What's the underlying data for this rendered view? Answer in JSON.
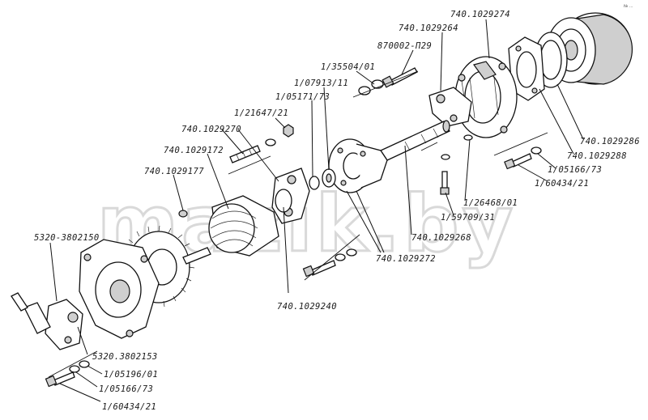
{
  "watermark": "mazik.by",
  "corner_mark": "№ ...",
  "labels": {
    "p740_1029274": "740.1029274",
    "p740_1029264": "740.1029264",
    "p870002_1129": "870002-П29",
    "p1_35504_01": "1/35504/01",
    "p1_07913_11": "1/07913/11",
    "p1_05171_73": "1/05171/73",
    "p1_21647_21": "1/21647/21",
    "p740_1029270": "740.1029270",
    "p740_1029172": "740.1029172",
    "p740_1029177": "740.1029177",
    "p5320_3802150": "5320-3802150",
    "p5320_3802153": "5320.3802153",
    "p1_05196_01": "1/05196/01",
    "p1_05166_73_a": "1/05166/73",
    "p1_60434_21_a": "1/60434/21",
    "p740_1029240": "740.1029240",
    "p740_1029272": "740.1029272",
    "p740_1029268": "740.1029268",
    "p1_26468_01": "1/26468/01",
    "p1_59709_31": "1/59709/31",
    "p1_60434_21_b": "1/60434/21",
    "p1_05166_73_b": "1/05166/73",
    "p740_1029288": "740.1029288",
    "p740_1029286": "740.1029286"
  }
}
